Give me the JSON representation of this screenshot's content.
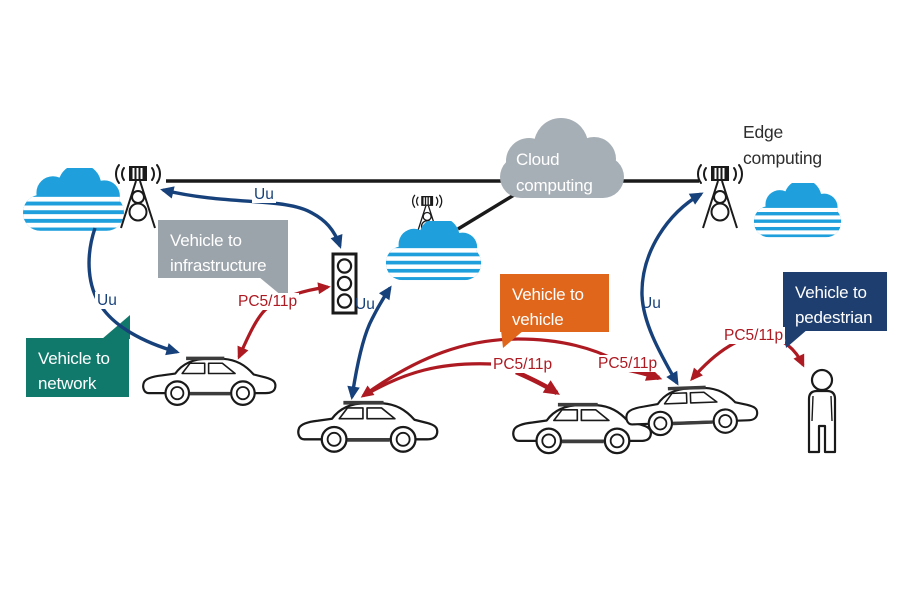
{
  "title": "V2X communication overview diagram",
  "colors": {
    "cloud_blue": "#1FA0DC",
    "cloud_gray": "#A7AFB6",
    "bubble_gray": "#9CA4AB",
    "bubble_teal": "#11796B",
    "bubble_orange": "#E0661C",
    "bubble_navy": "#1E3E6F",
    "arrow_blue": "#17417A",
    "arrow_red": "#AE1A22",
    "line_black": "#1A1A1A",
    "edge_text": "#2E2E2E"
  },
  "nodes": {
    "cloud_computing": {
      "line1": "Cloud",
      "line2": "computing"
    },
    "edge_computing": {
      "line1": "Edge",
      "line2": "computing"
    }
  },
  "bubbles": {
    "v2i": {
      "line1": "Vehicle to",
      "line2": "infrastructure"
    },
    "v2n": {
      "line1": "Vehicle to",
      "line2": "network"
    },
    "v2v": {
      "line1": "Vehicle to",
      "line2": "vehicle"
    },
    "v2p": {
      "line1": "Vehicle to",
      "line2": "pedestrian"
    }
  },
  "link_labels": {
    "uu": [
      "Uu",
      "Uu",
      "Uu",
      "Uu"
    ],
    "pc5": [
      "PC5/11p",
      "PC5/11p",
      "PC5/11p",
      "PC5/11p"
    ]
  }
}
